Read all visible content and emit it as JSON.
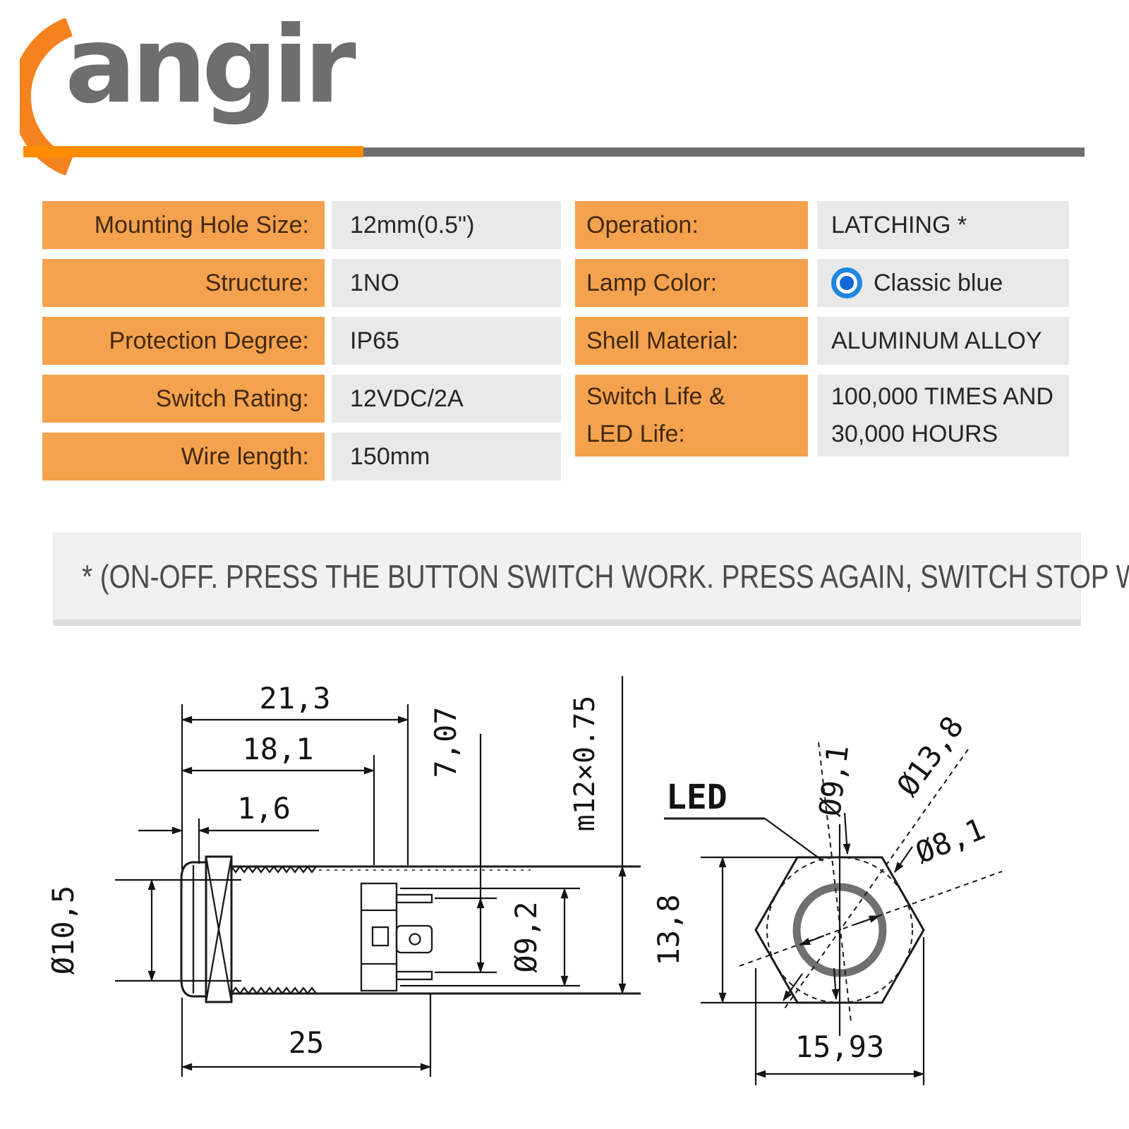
{
  "brand": {
    "logo_text": "angir",
    "accent_orange": "#f5821f",
    "divider_orange": "#ff8c00",
    "divider_gray": "#6d6d6d"
  },
  "spec_table": {
    "label_bg": "#f4a24e",
    "value_bg": "#e9e9e9",
    "left_rows": [
      {
        "label": "Mounting Hole Size:",
        "value": "12mm(0.5\")"
      },
      {
        "label": "Structure:",
        "value": "1NO"
      },
      {
        "label": "Protection Degree:",
        "value": "IP65"
      },
      {
        "label": "Switch Rating:",
        "value": "12VDC/2A"
      },
      {
        "label": "Wire length:",
        "value": "150mm"
      }
    ],
    "right_rows": [
      {
        "label": "Operation:",
        "value": "LATCHING *"
      },
      {
        "label": "Lamp Color:",
        "value": "Classic blue",
        "radio_selected": true,
        "radio_color": "#1e88e0"
      },
      {
        "label": "Shell Material:",
        "value": "ALUMINUM ALLOY"
      },
      {
        "label_line1": "Switch Life &",
        "label_line2": "LED Life:",
        "value_line1": "100,000 TIMES AND",
        "value_line2": "30,000 HOURS"
      }
    ]
  },
  "note": {
    "text": "* (ON-OFF. PRESS THE BUTTON SWITCH WORK. PRESS AGAIN, SWITCH STOP WORK)"
  },
  "drawing": {
    "side_view": {
      "overall_width": "21,3",
      "body_width": "18,1",
      "flange_thickness": "1,6",
      "head_diameter": "Ø10,5",
      "body_length": "25",
      "terminal_span": "7,07",
      "rear_diameter": "Ø9,2",
      "thread_spec": "m12×0.75"
    },
    "front_view": {
      "led_label": "LED",
      "button_diameter": "Ø9,1",
      "head_diameter": "Ø13,8",
      "led_ring_diameter": "Ø8,1",
      "across_flats": "13,8",
      "across_corners": "15,93",
      "led_ring_color": "#707070"
    }
  }
}
